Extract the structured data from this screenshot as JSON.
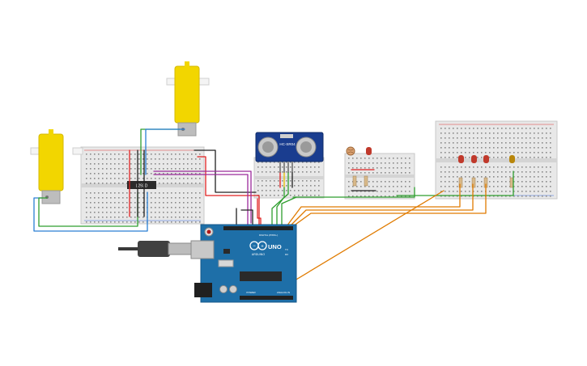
{
  "components": {
    "motor_driver": {
      "label": "L293D"
    },
    "ultrasonic_sensor": {
      "label": "HC-SR04"
    },
    "arduino": {
      "brand_label": "ARDUINO",
      "model_label": "UNO",
      "digital_label": "DIGITAL (PWM~)",
      "analog_label": "ANALOG IN",
      "power_label": "POWER",
      "tx_label": "TX",
      "rx_label": "RX"
    }
  },
  "led_colors": [
    "#c0392b",
    "#c0392b",
    "#c0392b",
    "#b8860b"
  ],
  "wire_colors": {
    "red": "#e02020",
    "black": "#202020",
    "green": "#2e9e2e",
    "blue": "#2a7fd4",
    "orange": "#e07b00",
    "purple": "#9b2a9b",
    "yellow": "#e8c000"
  },
  "accent_colors": {
    "motor_yellow": "#f2d600",
    "arduino_blue": "#1e6fa8",
    "sensor_blue": "#1a3d8f",
    "breadboard": "#e9e9e9"
  }
}
